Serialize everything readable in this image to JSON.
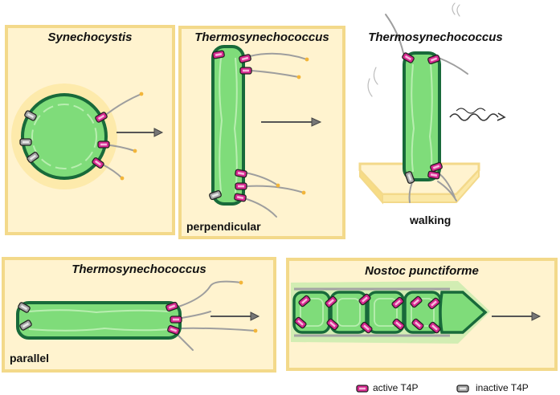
{
  "panels": [
    {
      "title": "Synechocystis"
    },
    {
      "title": "Thermosynechococcus",
      "mode": "perpendicular"
    },
    {
      "title": "Thermosynechococcus",
      "mode": "walking"
    },
    {
      "title": "Thermosynechococcus",
      "mode": "parallel"
    },
    {
      "title": "Nostoc punctiforme"
    }
  ],
  "legend": {
    "active": "active T4P",
    "inactive": "inactive T4P"
  },
  "colors": {
    "panel_fill": "#fff3cf",
    "panel_border": "#f3d98a",
    "cell_fill": "#7fdc7a",
    "cell_border": "#186a3a",
    "pilus_active": "#d6288f",
    "pilus_inactive": "#a7a7a7",
    "arrow": "#555555"
  }
}
